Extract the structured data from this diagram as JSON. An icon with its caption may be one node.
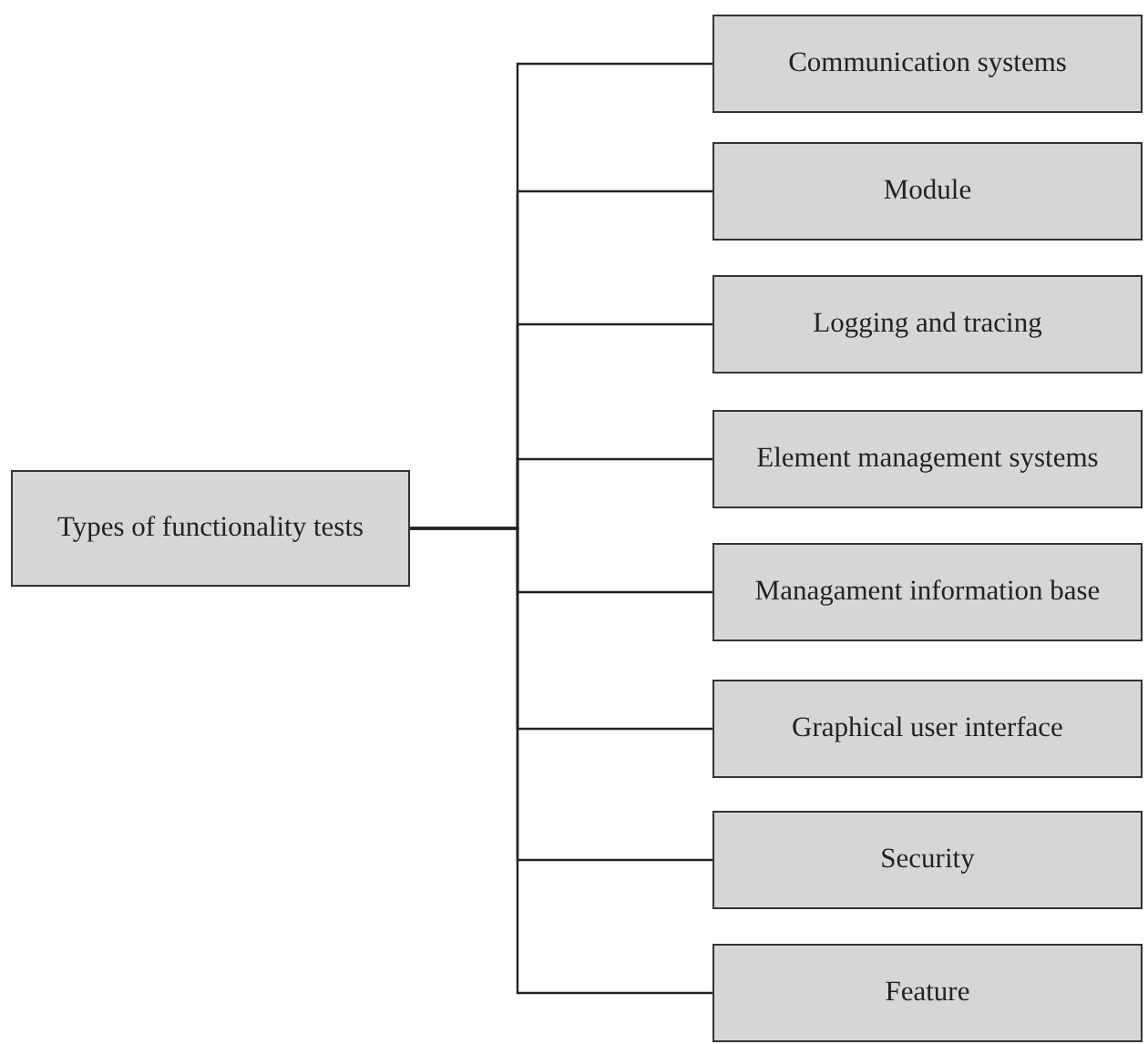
{
  "diagram": {
    "nodes": [
      {
        "text": [
          "Types of functionality tests"
        ]
      },
      {
        "text": [
          "Communication systems"
        ]
      },
      {
        "text": [
          "Module"
        ]
      },
      {
        "text": [
          "Logging and tracing"
        ]
      },
      {
        "text": [
          "Element management systems"
        ]
      },
      {
        "text": [
          "Managament information base"
        ]
      },
      {
        "text": [
          "Graphical user interface"
        ]
      },
      {
        "text": [
          "Security"
        ]
      },
      {
        "text": [
          "Feature"
        ]
      }
    ],
    "edges": [
      {
        "from": 0,
        "to": 1,
        "arrow": "none"
      },
      {
        "from": 0,
        "to": 2,
        "arrow": "none"
      },
      {
        "from": 0,
        "to": 3,
        "arrow": "none"
      },
      {
        "from": 0,
        "to": 4,
        "arrow": "none"
      },
      {
        "from": 0,
        "to": 5,
        "arrow": "none"
      },
      {
        "from": 0,
        "to": 6,
        "arrow": "none"
      },
      {
        "from": 0,
        "to": 7,
        "arrow": "none"
      },
      {
        "from": 0,
        "to": 8,
        "arrow": "none"
      }
    ]
  }
}
